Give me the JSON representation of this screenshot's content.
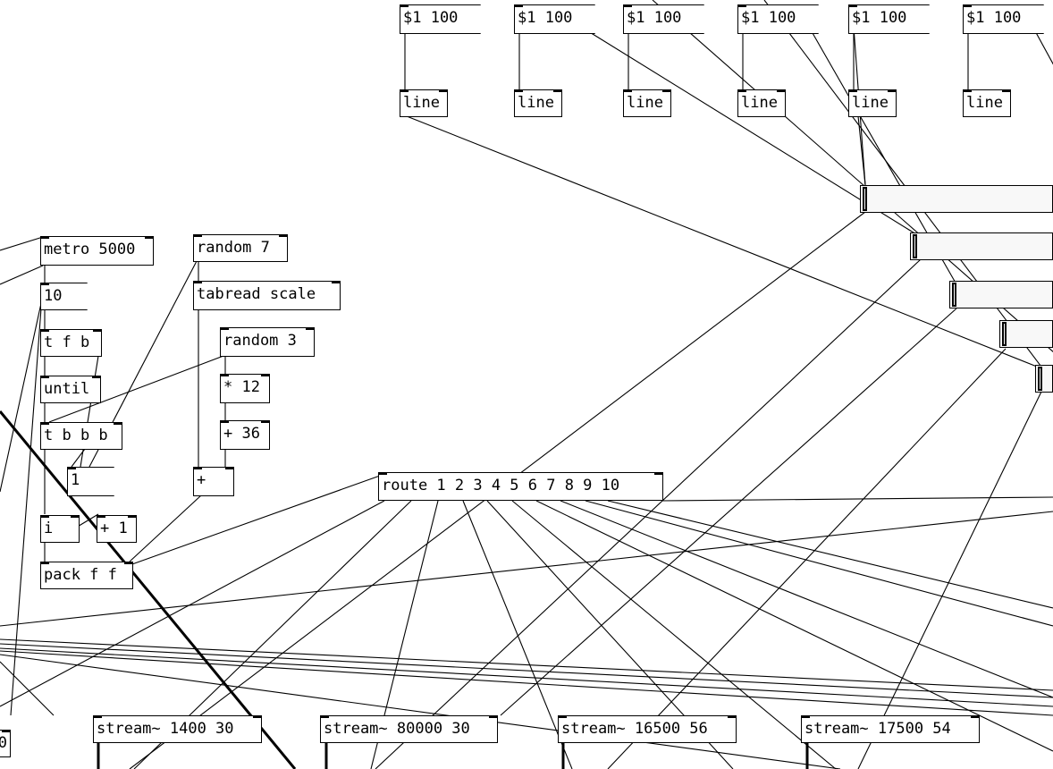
{
  "objects": {
    "msg_ramp": "$1 100",
    "line": "line",
    "metro": "metro 5000",
    "msg_ten": "10",
    "trigger_fb": "t f b",
    "until": "until",
    "trigger_bbb": "t b b b",
    "msg_one": "1",
    "int": "i",
    "plus_one": "+ 1",
    "pack": "pack f f",
    "random7": "random 7",
    "tabread": "tabread scale",
    "random3": "random 3",
    "mul12": "* 12",
    "add36": "+ 36",
    "plus": "+",
    "route": "route 1 2 3 4 5 6 7 8 9 10",
    "stream1": "stream~ 1400 30",
    "stream2": "stream~ 80000 30",
    "stream3": "stream~ 16500 56",
    "stream4": "stream~ 17500 54",
    "edge_fragment": "0"
  },
  "colors": {
    "background": "#ffffff",
    "ink": "#000000",
    "slider_fill": "#f8f8f8"
  }
}
